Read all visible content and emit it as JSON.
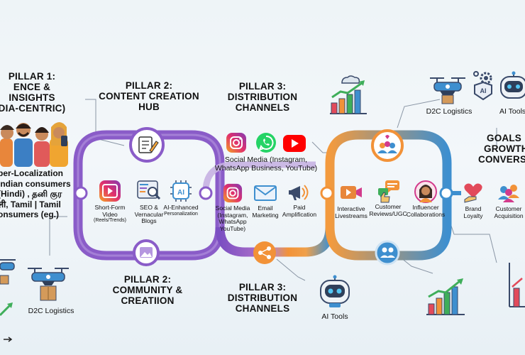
{
  "pillar1": {
    "title": "PILLAR 1:",
    "line2": "ENCE & INSIGHTS",
    "line3": "DIA-CENTRIC)",
    "text1": "per-Localization",
    "text2": "Indian consumers",
    "text3": "(Hindi) , தனி குர",
    "text4": "ली, Tamil | Tamil",
    "text5": "onsumers (eg.)"
  },
  "pillar2_top": {
    "line1": "PILLAR 2:",
    "line2": "CONTENT CREATION",
    "line3": "HUB"
  },
  "pillar3_top": {
    "line1": "PILLAR 3:",
    "line2": "DISTRIBUTION",
    "line3": "CHANNELS"
  },
  "pillar2_bottom": {
    "line1": "PILLAR 2:",
    "line2": "COMMUNITY &",
    "line3": "CREATIION"
  },
  "pillar3_bottom": {
    "line1": "PILLAR 3:",
    "line2": "DISTRIBUTION",
    "line3": "CHANNELS"
  },
  "social_top": {
    "line1": "Social Media (Instagram,",
    "line2": "WhatsApp Business, YouTube)"
  },
  "content_items": [
    {
      "l1": "Short-Form",
      "l2": "Video",
      "l3": "(Reels/Trends)"
    },
    {
      "l1": "SEO &",
      "l2": "Vernacular",
      "l3": "Blogs"
    },
    {
      "l1": "AI-Enhanced",
      "l2": "Personalization",
      "l3": ""
    }
  ],
  "dist_items": [
    {
      "l1": "Social Media",
      "l2": "(Instagram,",
      "l3": "WhatsApp",
      "l4": "YouTube)"
    },
    {
      "l1": "Email",
      "l2": "Marketing",
      "l3": "",
      "l4": ""
    },
    {
      "l1": "Paid",
      "l2": "Amplification",
      "l3": "",
      "l4": ""
    }
  ],
  "comm_items": [
    {
      "l1": "Interactive",
      "l2": "Livestreams"
    },
    {
      "l1": "Customer",
      "l2": "Reviews/UGC"
    },
    {
      "l1": "Influencer",
      "l2": "Collaborations"
    }
  ],
  "goals": {
    "line1": "GOALS",
    "line2": "GROWTH",
    "line3": "CONVERS"
  },
  "goal_items": [
    {
      "l1": "Brand",
      "l2": "Loyalty"
    },
    {
      "l1": "Customer",
      "l2": "Acquisition"
    }
  ],
  "top_right": {
    "logistics": "D2C Logistics",
    "ai": "AI Tools"
  },
  "bottom": {
    "logistics": "D2C Logistics",
    "ai": "AI Tools"
  },
  "ai_badge": "AI",
  "colors": {
    "purple": "#8a5cc8",
    "orange": "#f28a2e",
    "blue": "#3e8fcf",
    "pink": "#d23b8c"
  }
}
